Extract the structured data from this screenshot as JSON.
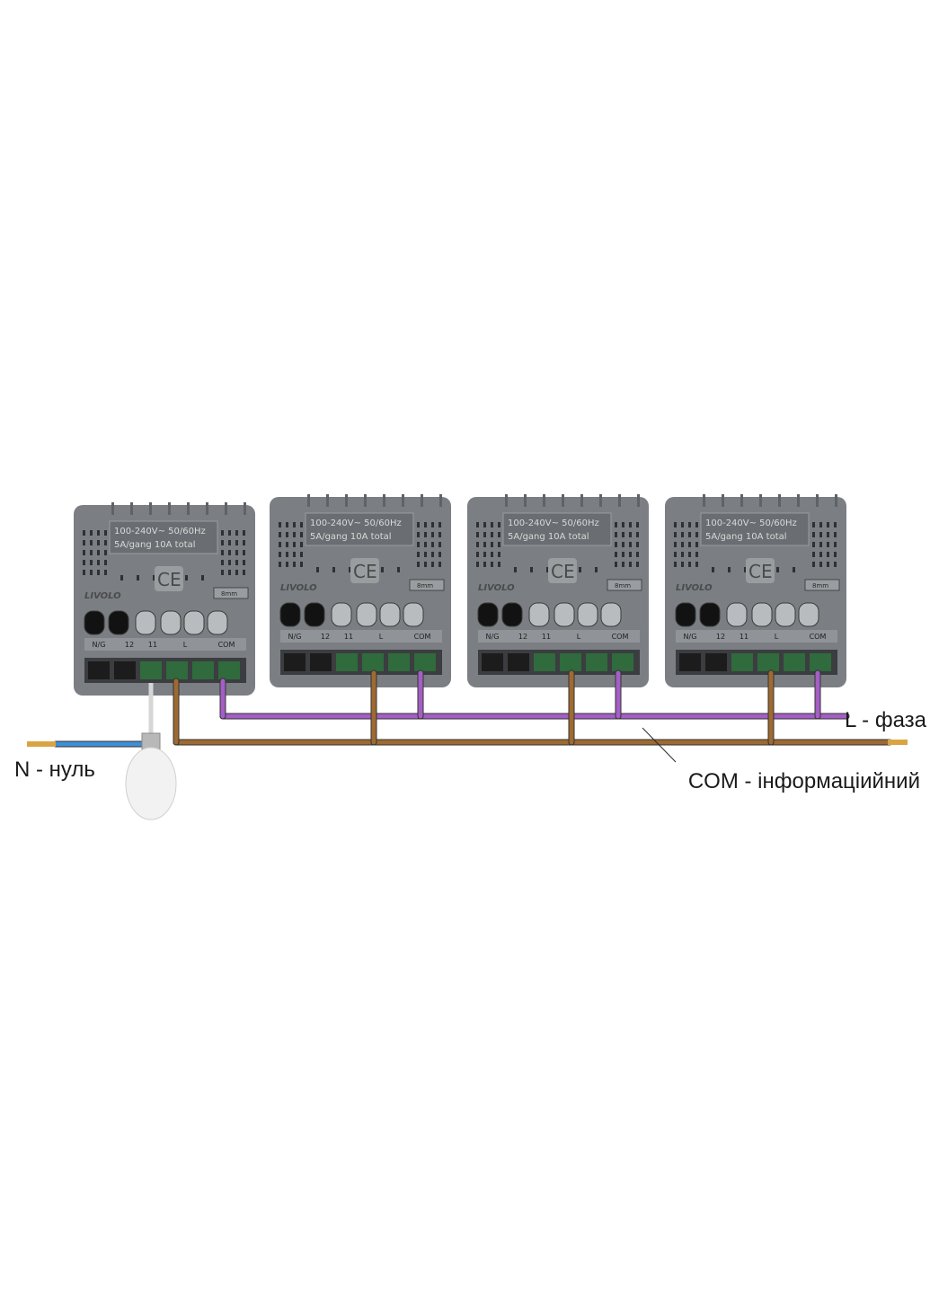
{
  "colors": {
    "housing": "#7b7f83",
    "housing_dark": "#5f6266",
    "phase_wire": "#a45ec4",
    "com_wire": "#9e6a32",
    "neutral_wire": "#3f8fd6",
    "copper": "#d9a441"
  },
  "modules": [
    {
      "rating_line1": "100-240V~  50/60Hz",
      "rating_line2": "5A/gang 10A total",
      "logo": "LIVOLO",
      "ce": "CE",
      "strip": "8mm",
      "terminals": [
        "N/G",
        "12",
        "11",
        "L",
        "COM"
      ]
    },
    {
      "rating_line1": "100-240V~  50/60Hz",
      "rating_line2": "5A/gang 10A total",
      "logo": "LIVOLO",
      "ce": "CE",
      "strip": "8mm",
      "terminals": [
        "N/G",
        "12",
        "11",
        "L",
        "COM"
      ]
    },
    {
      "rating_line1": "100-240V~  50/60Hz",
      "rating_line2": "5A/gang 10A total",
      "logo": "LIVOLO",
      "ce": "CE",
      "strip": "8mm",
      "terminals": [
        "N/G",
        "12",
        "11",
        "L",
        "COM"
      ]
    },
    {
      "rating_line1": "100-240V~  50/60Hz",
      "rating_line2": "5A/gang 10A total",
      "logo": "LIVOLO",
      "ce": "CE",
      "strip": "8mm",
      "terminals": [
        "N/G",
        "12",
        "11",
        "L",
        "COM"
      ]
    }
  ],
  "labels": {
    "neutral": "N -  нуль",
    "phase": "L - фаза",
    "com": "COM - інформаціийний"
  }
}
